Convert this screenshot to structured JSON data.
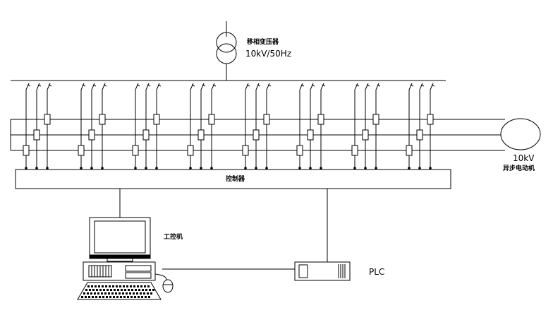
{
  "transformer": {
    "title": "移相变压器",
    "rating": "10kV/50Hz"
  },
  "motor": {
    "voltage": "10kV",
    "name": "异步电动机"
  },
  "controller": {
    "label": "控制器"
  },
  "ipc": {
    "label": "工控机"
  },
  "plc": {
    "label": "PLC"
  },
  "colors": {
    "line": "#000000",
    "background": "#ffffff",
    "monitor_screen": "#ffffff"
  }
}
